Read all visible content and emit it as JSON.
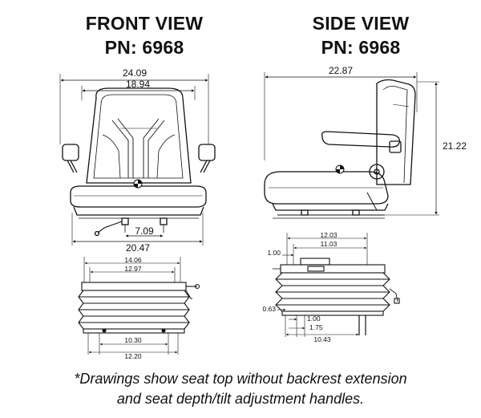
{
  "titles": {
    "front_line1": "FRONT VIEW",
    "front_line2": "PN: 6968",
    "side_line1": "SIDE VIEW",
    "side_line2": "PN: 6968"
  },
  "front_dims": {
    "overall_width": "24.09",
    "back_width": "18.94",
    "mount_spacing": "7.09",
    "base_width": "20.47"
  },
  "front_sus_dims": {
    "top_outer": "14.06",
    "top_inner": "12.97",
    "bottom_inner": "10.30",
    "bottom_outer": "12.20"
  },
  "side_dims": {
    "overall_depth": "22.87",
    "height": "21.22"
  },
  "side_sus_dims": {
    "top_outer": "12.03",
    "top_inner": "11.03",
    "left_offset": "1.00",
    "low_left": "0.63",
    "low_a": "1.00",
    "low_b": "1.75",
    "bottom": "10.43"
  },
  "footnote": {
    "line1": "*Drawings show seat top without backrest extension",
    "line2": "and seat depth/tilt adjustment handles."
  }
}
